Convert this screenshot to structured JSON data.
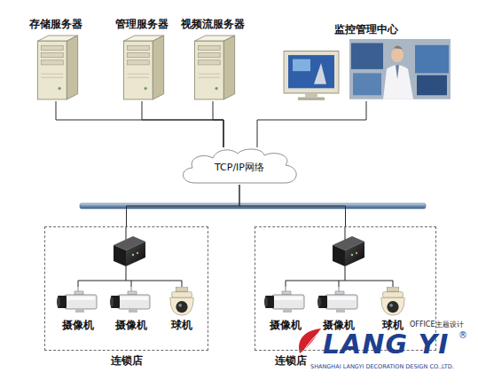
{
  "diagram": {
    "nodes": [
      {
        "text": [
          "存储服务器"
        ]
      },
      {
        "text": [
          "管理服务器"
        ]
      },
      {
        "text": [
          "视频流服务器"
        ]
      },
      {
        "text": [
          "监控管理中心"
        ]
      },
      {
        "text": [
          "TCP/IP网络"
        ]
      },
      {
        "text": [
          "连锁店"
        ]
      },
      {
        "text": [
          "摄像机"
        ],
        "in": 5
      },
      {
        "text": [
          "摄像机"
        ],
        "in": 5
      },
      {
        "text": [
          "球机"
        ],
        "in": 5
      },
      {
        "text": [
          "连锁店"
        ]
      },
      {
        "text": [
          "摄像机"
        ],
        "in": 9
      },
      {
        "text": [
          "摄像机"
        ],
        "in": 9
      },
      {
        "text": [
          "球机"
        ],
        "in": 9
      }
    ],
    "edges": [
      {
        "from": 0,
        "to": 4,
        "arrow": "none"
      },
      {
        "from": 1,
        "to": 4,
        "arrow": "none"
      },
      {
        "from": 2,
        "to": 4,
        "arrow": "none"
      },
      {
        "from": 3,
        "to": 4,
        "arrow": "none"
      },
      {
        "from": 4,
        "to": 5,
        "arrow": "none"
      },
      {
        "from": 4,
        "to": 9,
        "arrow": "none"
      }
    ],
    "labels": [
      "LANG YI",
      "OFFICE主题设计",
      "®",
      "SHANGHAI LANGYI DECORATION DESIGN CO.,LTD."
    ]
  }
}
